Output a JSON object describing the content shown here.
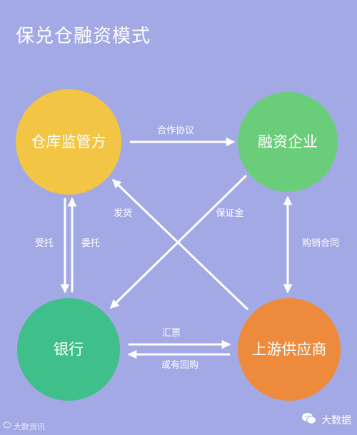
{
  "title": "保兑仓融资模式",
  "nodes": {
    "warehouse": {
      "label": "仓库监管方",
      "color": "#f2c545"
    },
    "enterprise": {
      "label": "融资企业",
      "color": "#6acd79"
    },
    "bank": {
      "label": "银行",
      "color": "#3fbf8a"
    },
    "supplier": {
      "label": "上游供应商",
      "color": "#ee8a3c"
    }
  },
  "edges": {
    "cooperation": "合作协议",
    "deposit": "保证金",
    "ship": "发货",
    "purchase": "购销合同",
    "entrust_left": "受托",
    "entrust_right": "委托",
    "remit": "汇票",
    "buyback": "或有回购"
  },
  "watermarks": {
    "left": "大数资讯",
    "right": "大数据"
  }
}
